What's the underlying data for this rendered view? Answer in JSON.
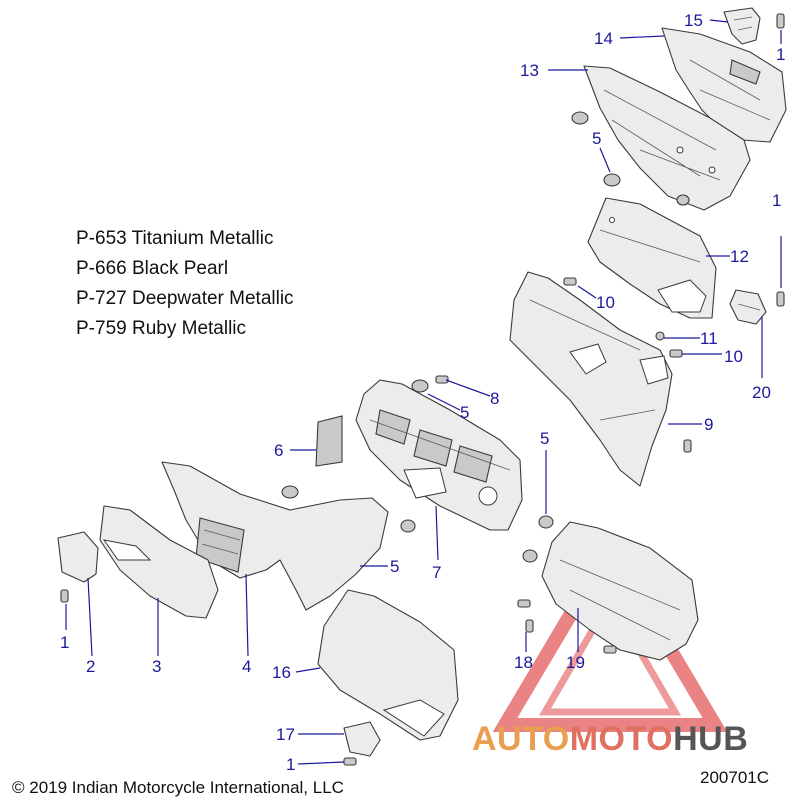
{
  "legend": [
    "P-653 Titanium Metallic",
    "P-666 Black Pearl",
    "P-727 Deepwater Metallic",
    "P-759 Ruby Metallic"
  ],
  "callouts": {
    "c15": "15",
    "c1a": "1",
    "c14": "14",
    "c13": "13",
    "c5a": "5",
    "c1b": "1",
    "c12": "12",
    "c10a": "10",
    "c11": "11",
    "c10b": "10",
    "c20": "20",
    "c8": "8",
    "c5b": "5",
    "c9": "9",
    "c6": "6",
    "c5c": "5",
    "c5d": "5",
    "c7": "7",
    "c1c": "1",
    "c2": "2",
    "c3": "3",
    "c4": "4",
    "c16": "16",
    "c18": "18",
    "c19": "19",
    "c17": "17",
    "c1d": "1"
  },
  "footer": {
    "copyright": "© 2019 Indian Motorcycle International, LLC",
    "diagram_code": "200701C"
  },
  "watermark": {
    "word_a": "AUTO",
    "word_b": "MOTO",
    "word_c": "HUB",
    "color_a": "#e8a050",
    "color_b": "#e07060",
    "color_c": "#555555",
    "triangle_color": "#e04848"
  },
  "colors": {
    "callout": "#1a1a9a",
    "line_art": "#3a3a3a"
  }
}
